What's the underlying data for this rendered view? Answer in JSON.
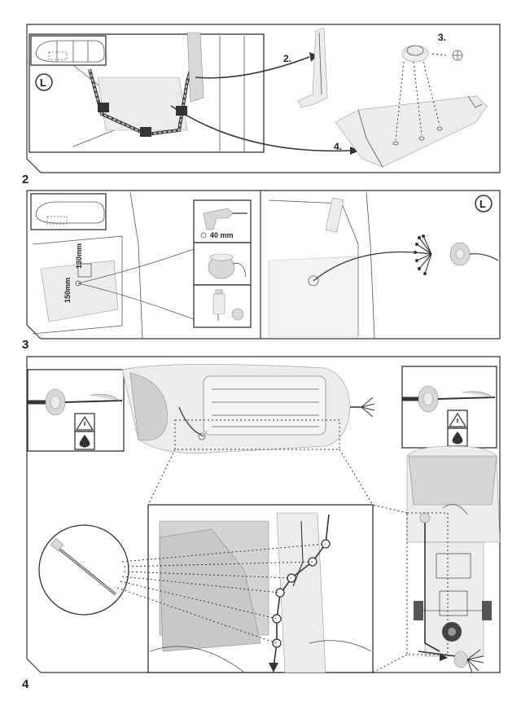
{
  "section_numbers": {
    "s2": "2",
    "s3": "3",
    "s4": "4"
  },
  "steps": {
    "step2": "2.",
    "step3": "3.",
    "step4": "4."
  },
  "side_marker": "L",
  "drill_size": "40 mm",
  "dimensions": {
    "horizontal": "130mm",
    "vertical": "150mm"
  },
  "icons": [
    "drill-icon",
    "vacuum-icon",
    "sealant-icon",
    "warning-icon",
    "drop-icon",
    "cable-tie-icon"
  ]
}
